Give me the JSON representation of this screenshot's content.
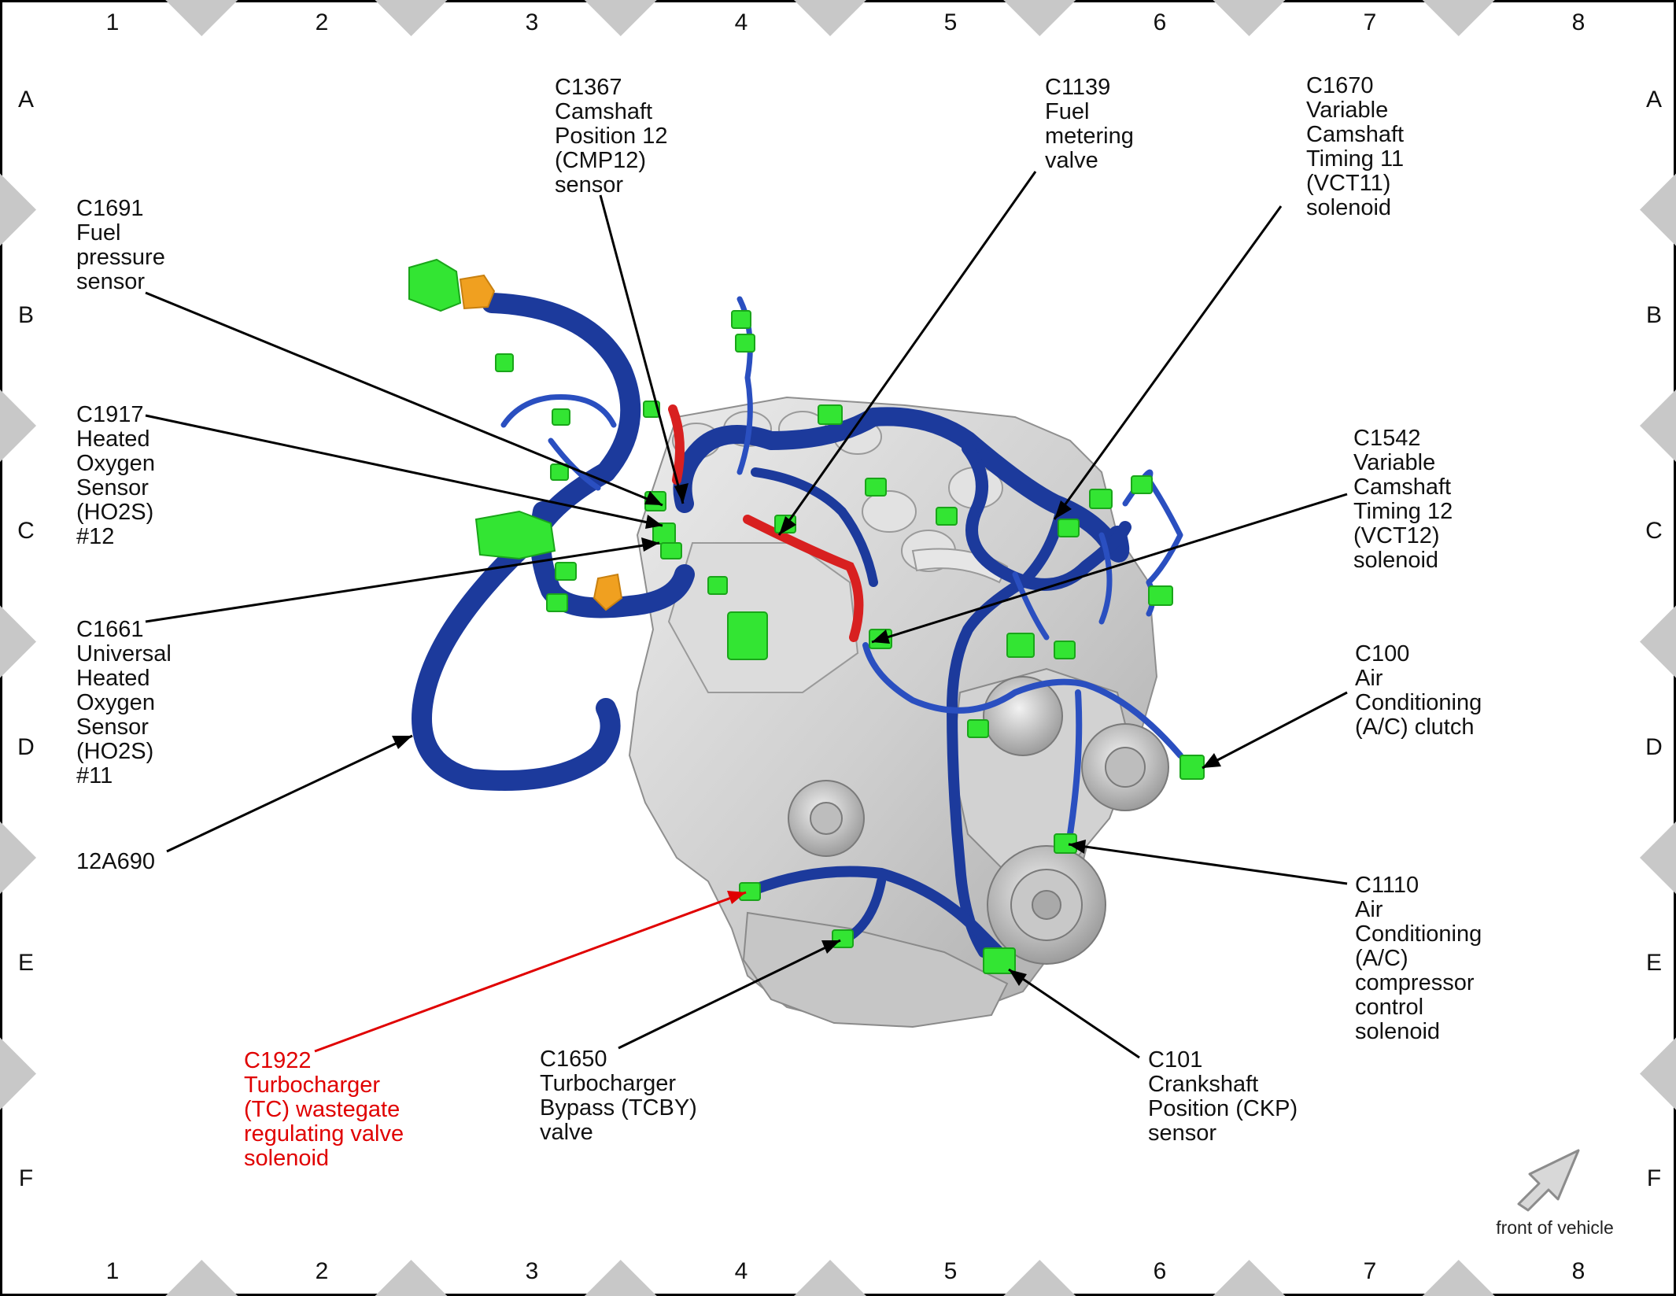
{
  "grid": {
    "columns": [
      "1",
      "2",
      "3",
      "4",
      "5",
      "6",
      "7",
      "8"
    ],
    "rows": [
      "A",
      "B",
      "C",
      "D",
      "E",
      "F"
    ]
  },
  "callouts": {
    "c1367": [
      "C1367",
      "Camshaft",
      "Position 12",
      "(CMP12)",
      "sensor"
    ],
    "c1139": [
      "C1139",
      "Fuel",
      "metering",
      "valve"
    ],
    "c1670": [
      "C1670",
      "Variable",
      "Camshaft",
      "Timing 11",
      "(VCT11)",
      "solenoid"
    ],
    "c1691": [
      "C1691",
      "Fuel",
      "pressure",
      "sensor"
    ],
    "c1917": [
      "C1917",
      "Heated",
      "Oxygen",
      "Sensor",
      "(HO2S)",
      "#12"
    ],
    "c1542": [
      "C1542",
      "Variable",
      "Camshaft",
      "Timing 12",
      "(VCT12)",
      "solenoid"
    ],
    "c1661": [
      "C1661",
      "Universal",
      "Heated",
      "Oxygen",
      "Sensor",
      "(HO2S)",
      "#11"
    ],
    "c100": [
      "C100",
      "Air",
      "Conditioning",
      "(A/C) clutch"
    ],
    "h12a690": [
      "12A690"
    ],
    "c1110": [
      "C1110",
      "Air",
      "Conditioning",
      "(A/C)",
      "compressor",
      "control",
      "solenoid"
    ],
    "c1922": [
      "C1922",
      "Turbocharger",
      "(TC) wastegate",
      "regulating valve",
      "solenoid"
    ],
    "c1650": [
      "C1650",
      "Turbocharger",
      "Bypass (TCBY)",
      "valve"
    ],
    "c101": [
      "C101",
      "Crankshaft",
      "Position (CKP)",
      "sensor"
    ]
  },
  "orientation": {
    "label": "front of vehicle",
    "icon": "front-of-vehicle-arrow-icon"
  },
  "colors": {
    "highlight": "#e00000",
    "harness": "#1c3a9c",
    "connector": "#33e533",
    "engine": "#d4d4d4"
  }
}
